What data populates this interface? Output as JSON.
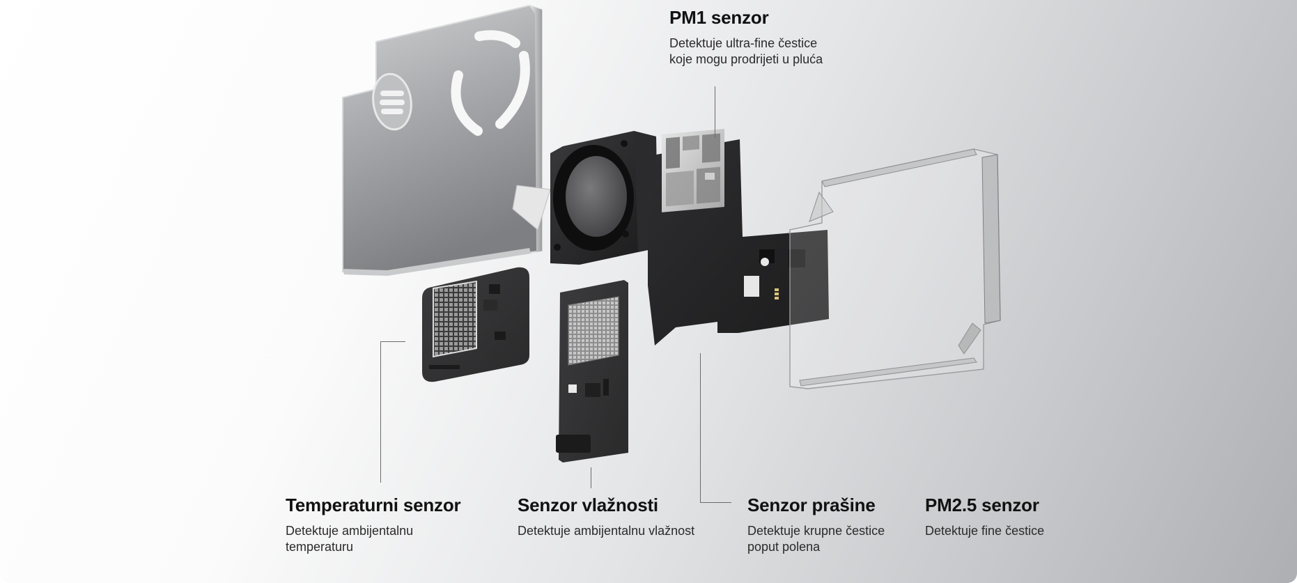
{
  "page": {
    "title": "Sensor exploded view",
    "background_colors": [
      "#ffffff",
      "#e4e5e7",
      "#aeafb3"
    ]
  },
  "sensors": [
    {
      "title": "PM1 senzor",
      "description": [
        "Detektuje ultra-fine čestice",
        "koje mogu prodrijeti u pluća"
      ]
    },
    {
      "title": "Temperaturni senzor",
      "description": [
        "Detektuje ambijentalnu",
        "temperaturu"
      ]
    },
    {
      "title": "Senzor vlažnosti",
      "description": [
        "Detektuje ambijentalnu vlažnost"
      ]
    },
    {
      "title": "Senzor prašine",
      "description": [
        "Detektuje krupne čestice",
        "poput polena"
      ]
    },
    {
      "title": "PM2.5 senzor",
      "description": [
        "Detektuje fine čestice"
      ]
    }
  ],
  "components": {
    "metal_cover": "metal-shield-cover",
    "fan": "cooling-fan",
    "main_board": "main-circuit-board",
    "temperature_board": "temperature-sensor-board",
    "humidity_board": "humidity-sensor-board",
    "transparent_frame": "transparent-frame"
  }
}
